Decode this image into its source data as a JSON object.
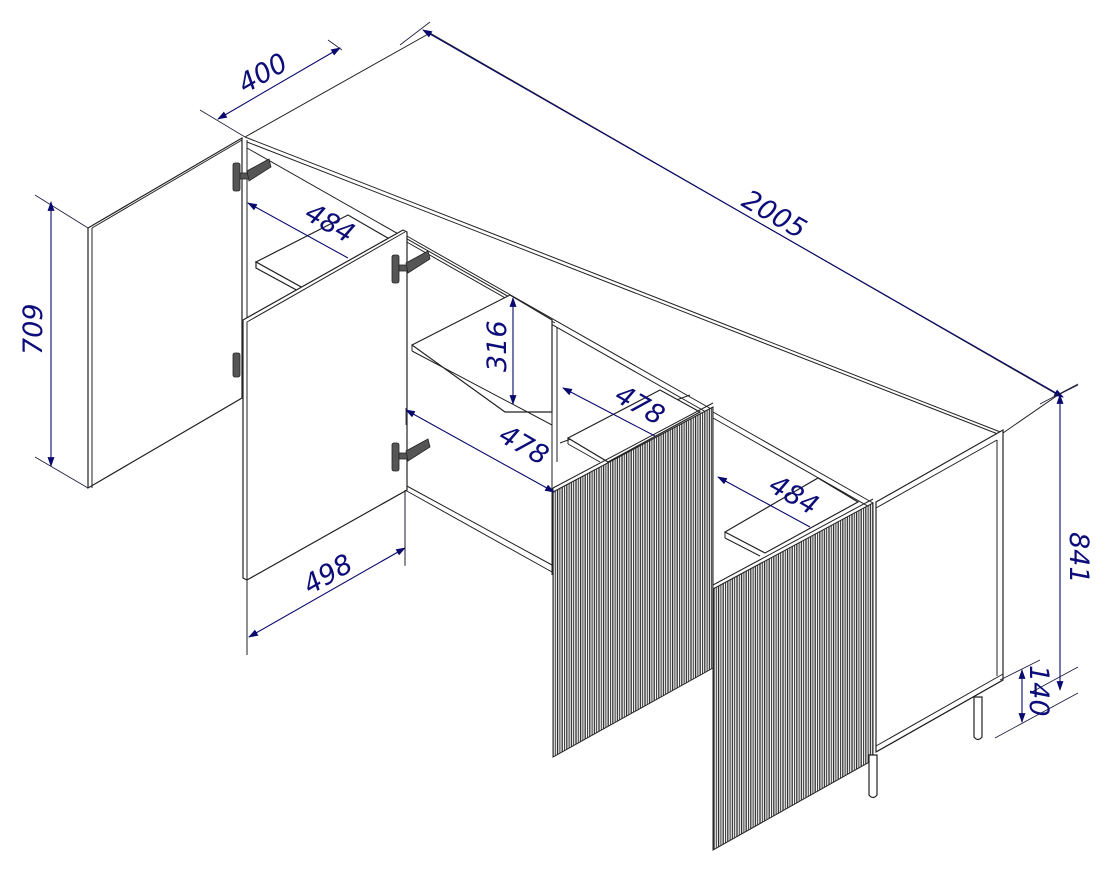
{
  "diagram": {
    "subject": "Sideboard with 4 doors, isometric dimension drawing",
    "units": "mm",
    "colors": {
      "line": "#222222",
      "dimension": "#0a0a6e",
      "background": "#ffffff"
    },
    "dimensions": {
      "depth": "400",
      "width": "2005",
      "height_total": "841",
      "leg_height": "140",
      "door_height": "709",
      "door_width": "498",
      "shelf_depth_left": "484",
      "shelf_spacing": "316",
      "shelf_depth_mid_upper": "478",
      "shelf_depth_mid_lower": "478",
      "shelf_depth_right": "484"
    },
    "parts": [
      {
        "name": "left-door-open",
        "finish": "flat"
      },
      {
        "name": "second-door-open",
        "finish": "flat"
      },
      {
        "name": "third-door",
        "finish": "fluted"
      },
      {
        "name": "fourth-door",
        "finish": "fluted"
      },
      {
        "name": "right-side-panel",
        "finish": "flat"
      },
      {
        "name": "legs",
        "count": 4
      }
    ]
  }
}
